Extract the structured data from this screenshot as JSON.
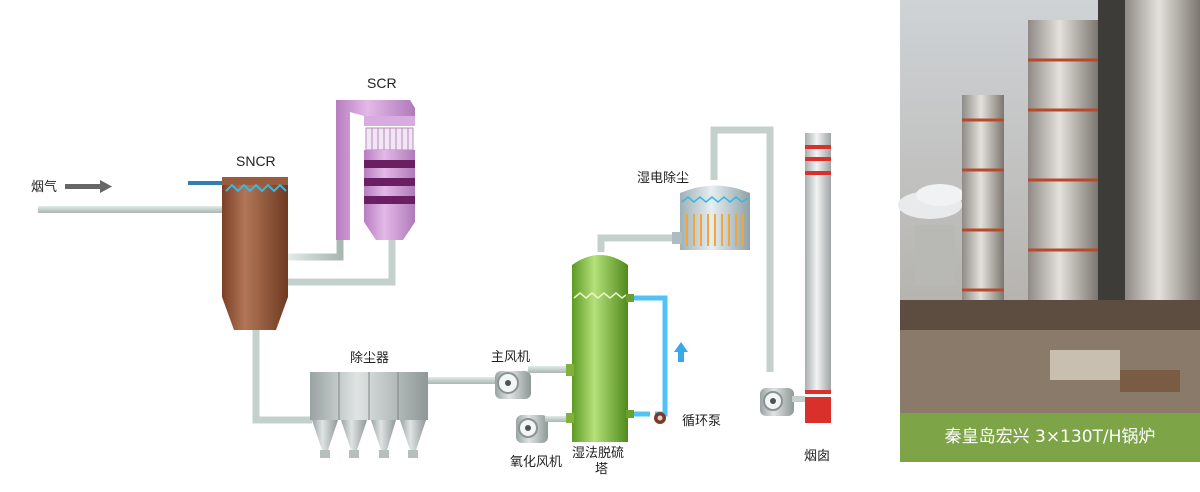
{
  "diagram": {
    "labels": {
      "flue_gas": "烟气",
      "sncr": "SNCR",
      "scr": "SCR",
      "dust_collector": "除尘器",
      "main_fan": "主风机",
      "oxidation_fan": "氧化风机",
      "wet_desulfurization_line1": "湿法脱硫",
      "wet_desulfurization_line2": "塔",
      "circulation_pump": "循环泵",
      "wet_esp": "湿电除尘",
      "chimney": "烟囱"
    },
    "colors": {
      "pipe": "#c9d6d2",
      "sncr_body": "#9a5a3c",
      "scr_body": "#cf9ad6",
      "scr_stripe": "#6a1f63",
      "scrubber": "#8cc63f",
      "water_pipe": "#4fc3f7",
      "esp_orange": "#f0a63a",
      "chimney_red": "#d9302c"
    }
  },
  "photo": {
    "caption": "秦皇岛宏兴 3×130T/H锅炉"
  }
}
